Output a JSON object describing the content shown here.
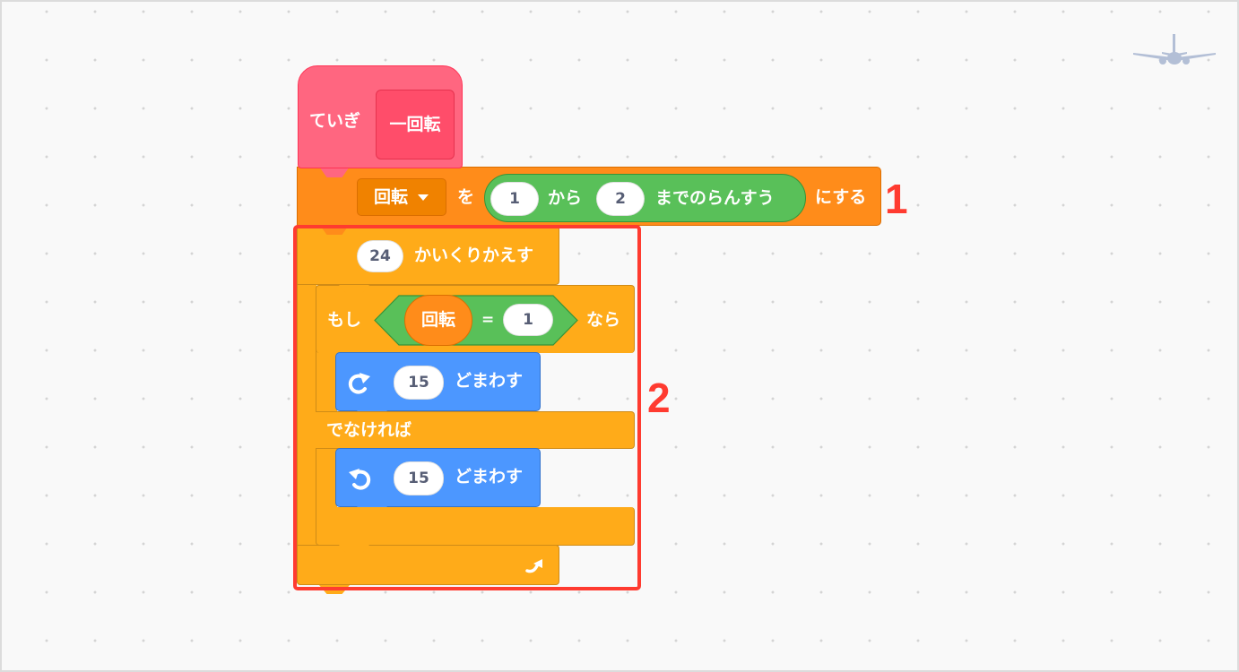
{
  "canvas": {
    "background": "#f9f9f9",
    "grid_dot_color": "#d4d4d4"
  },
  "stage_icon": "airplane-sprite-icon",
  "script": {
    "hat": {
      "label": "ていぎ",
      "custom_block_name": "一回転",
      "color": "#ff6680"
    },
    "set_variable": {
      "variable_dropdown": "回転",
      "dropdown_icon": "triangle-down-icon",
      "to_label": "を",
      "random": {
        "from_value": "1",
        "from_label": "から",
        "to_value": "2",
        "to_label": "までのらんすう"
      },
      "suffix": "にする",
      "color": "#ff8c1a"
    },
    "repeat": {
      "count": "24",
      "label": "かいくりかえす",
      "loop_icon": "loop-arrow-icon",
      "color": "#ffab19"
    },
    "if_else": {
      "if_label": "もし",
      "condition": {
        "left_variable": "回転",
        "operator": "=",
        "right_value": "1"
      },
      "then_label": "なら",
      "else_label": "でなければ"
    },
    "turn_right": {
      "icon": "rotate-clockwise-icon",
      "degrees": "15",
      "label": "どまわす",
      "color": "#4c97ff"
    },
    "turn_left": {
      "icon": "rotate-counterclockwise-icon",
      "degrees": "15",
      "label": "どまわす",
      "color": "#4c97ff"
    }
  },
  "annotations": {
    "label_1": "1",
    "label_2": "2",
    "highlight_color": "#ff3b30"
  }
}
